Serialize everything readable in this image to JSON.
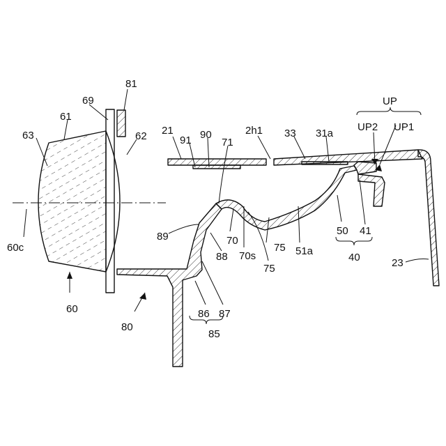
{
  "figure": {
    "labels": {
      "UP": "UP",
      "UP1": "UP1",
      "UP2": "UP2",
      "81": "81",
      "69": "69",
      "61": "61",
      "63": "63",
      "62": "62",
      "21": "21",
      "91": "91",
      "90": "90",
      "71": "71",
      "2h1": "2h1",
      "33": "33",
      "31a": "31a",
      "89": "89",
      "70": "70",
      "70s": "70s",
      "75a": "75",
      "75b": "75",
      "51a": "51a",
      "50": "50",
      "41": "41",
      "40": "40",
      "88": "88",
      "60c": "60c",
      "60": "60",
      "80": "80",
      "86": "86",
      "87": "87",
      "85": "85",
      "23": "23"
    }
  }
}
